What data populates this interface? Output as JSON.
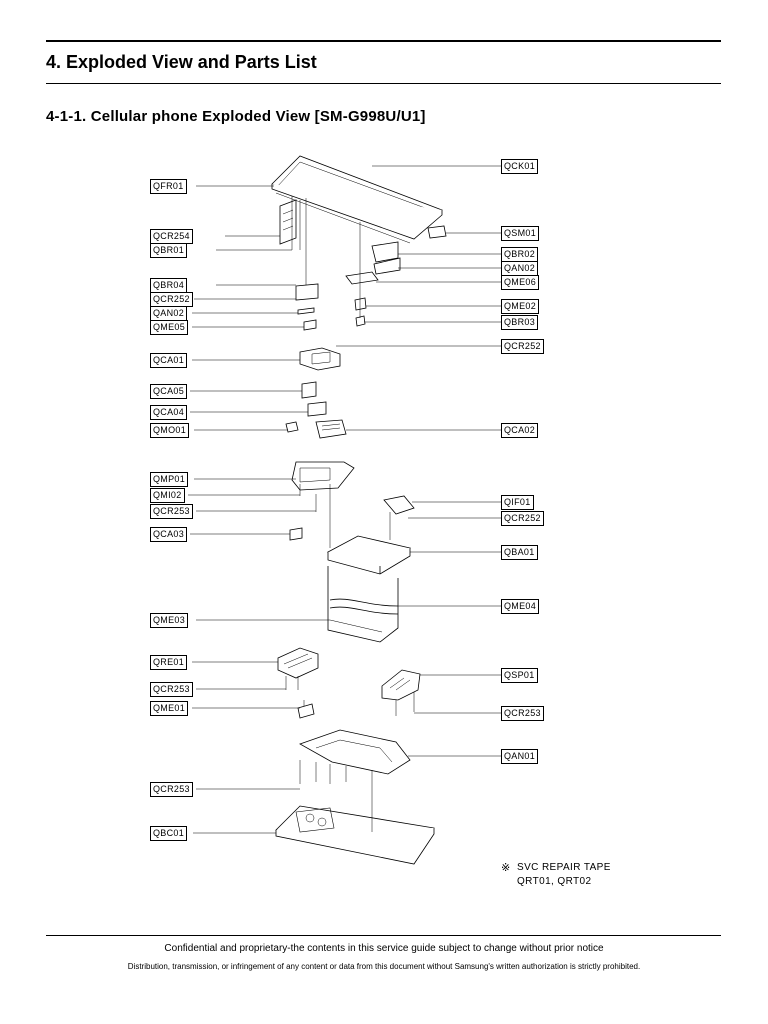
{
  "header": {
    "section_title": "4. Exploded View and Parts List",
    "sub_title": "4-1-1. Cellular phone Exploded View [SM-G998U/U1]"
  },
  "callouts_left": [
    "QFR01",
    "QCR254",
    "QBR01",
    "QBR04",
    "QCR252",
    "QAN02",
    "QME05",
    "QCA01",
    "QCA05",
    "QCA04",
    "QMO01",
    "QMP01",
    "QMI02",
    "QCR253",
    "QCA03",
    "QME03",
    "QRE01",
    "QCR253",
    "QME01",
    "QCR253",
    "QBC01"
  ],
  "callouts_right": [
    "QCK01",
    "QSM01",
    "QBR02",
    "QAN02",
    "QME06",
    "QME02",
    "QBR03",
    "QCR252",
    "QCA02",
    "QIF01",
    "QCR252",
    "QBA01",
    "QME04",
    "QSP01",
    "QCR253",
    "QAN01"
  ],
  "note": {
    "mark": "※",
    "line1": "SVC REPAIR TAPE",
    "line2": "QRT01, QRT02"
  },
  "footer": {
    "line1": "Confidential and proprietary-the contents in this service guide subject to change without prior notice",
    "line2": "Distribution, transmission, or infringement of any content or data from this document without Samsung's written authorization is strictly prohibited."
  }
}
